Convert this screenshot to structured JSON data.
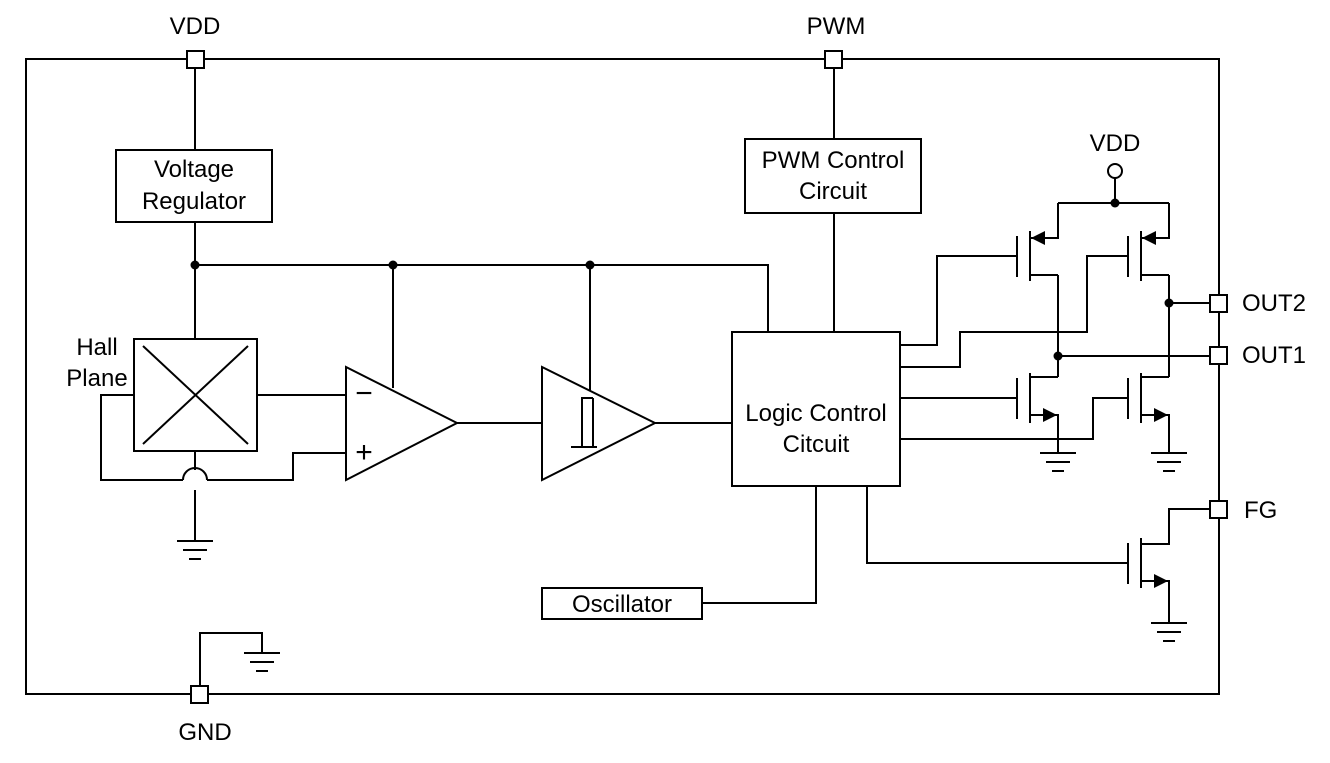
{
  "pins": {
    "vdd": "VDD",
    "pwm": "PWM",
    "gnd": "GND",
    "out1": "OUT1",
    "out2": "OUT2",
    "fg": "FG"
  },
  "internal": {
    "vdd_bridge": "VDD"
  },
  "blocks": {
    "voltage_regulator": [
      "Voltage",
      "Regulator"
    ],
    "pwm_control": [
      "PWM Control",
      "Circuit"
    ],
    "hall_plane": [
      "Hall",
      "Plane"
    ],
    "logic_control": [
      "Logic Control",
      "Citcuit"
    ],
    "oscillator": "Oscillator"
  },
  "comparator": {
    "minus": "−",
    "plus": "+"
  }
}
